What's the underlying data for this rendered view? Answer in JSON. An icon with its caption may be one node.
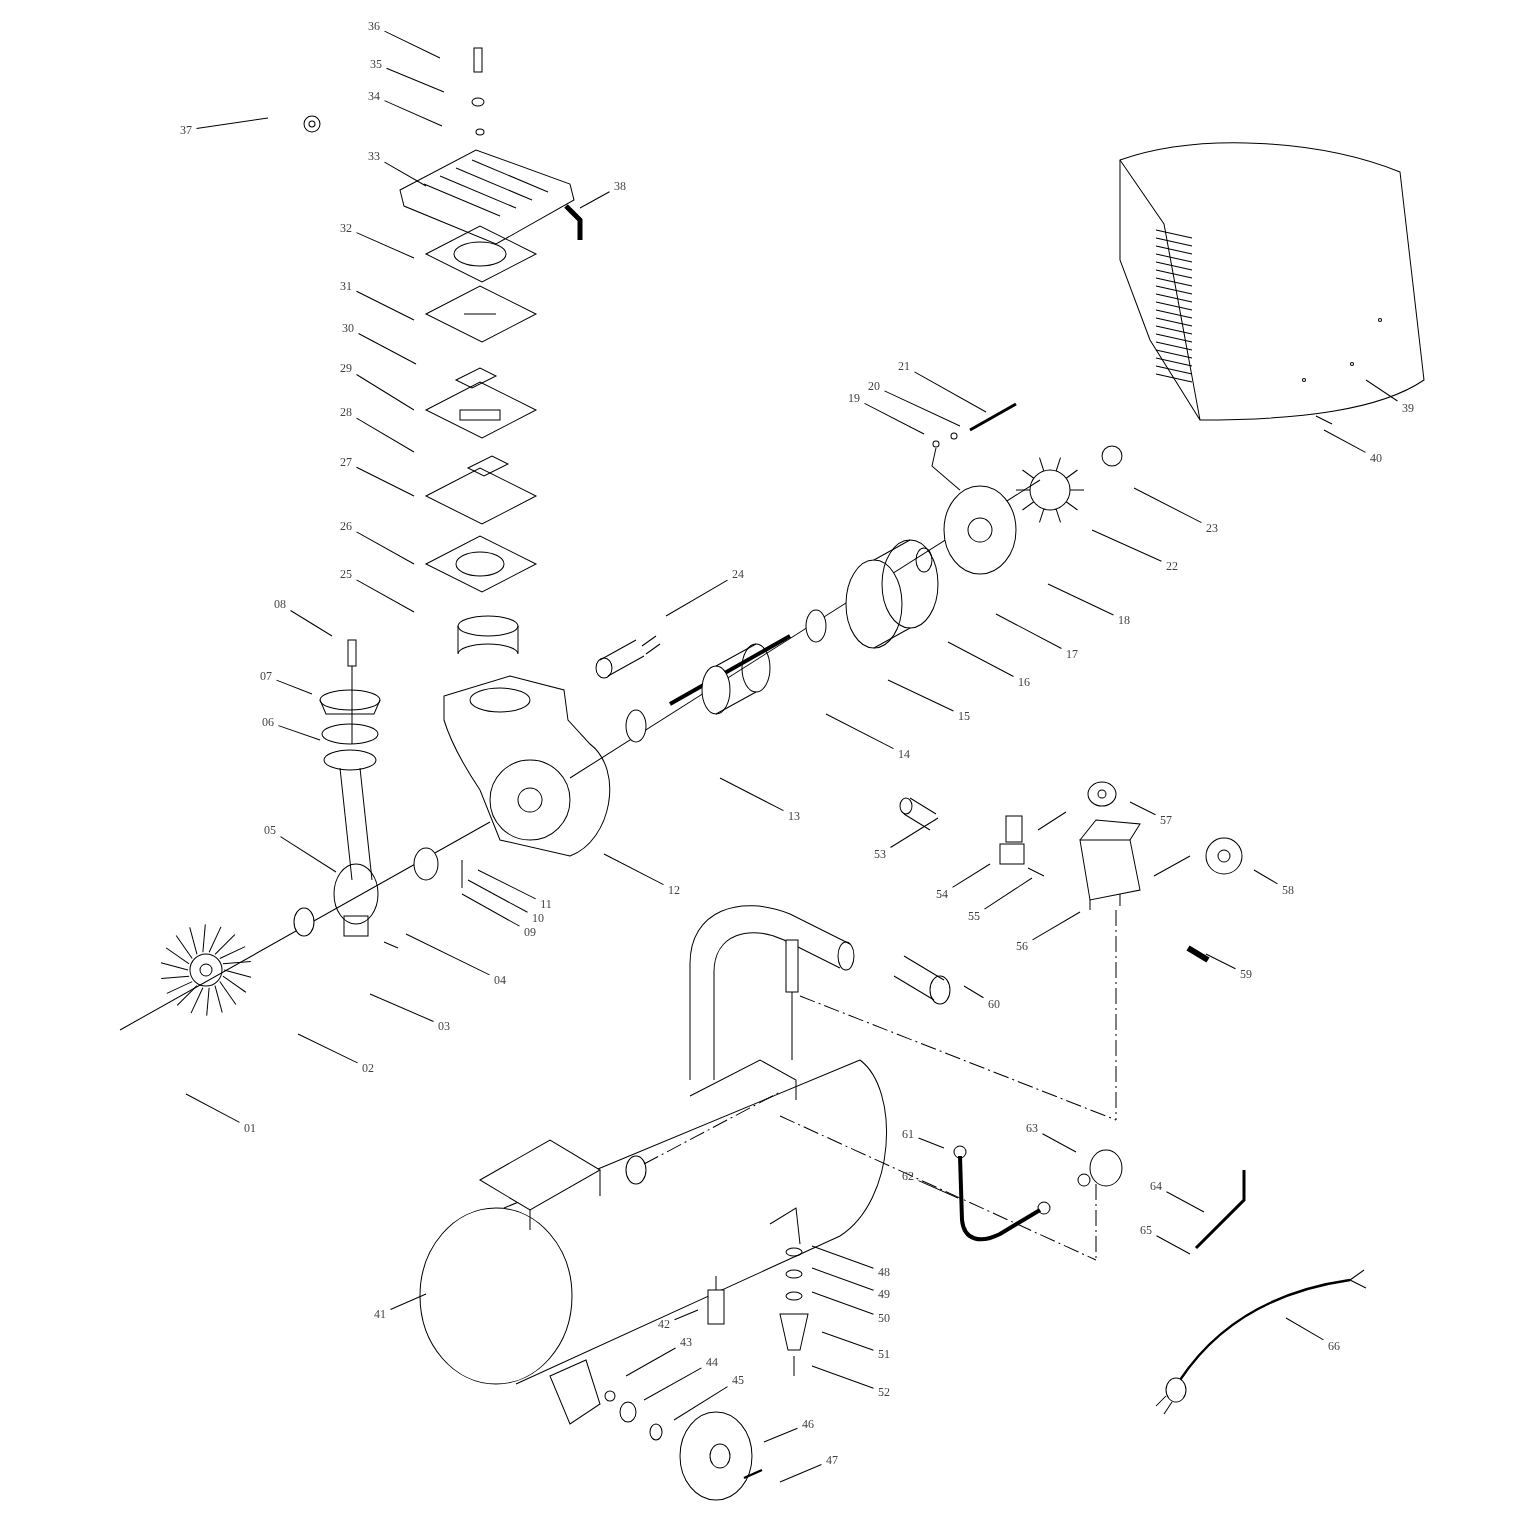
{
  "diagram": {
    "nodes": [
      {
        "text": [
          "01"
        ]
      },
      {
        "text": [
          "02"
        ]
      },
      {
        "text": [
          "03"
        ]
      },
      {
        "text": [
          "04"
        ]
      },
      {
        "text": [
          "05"
        ]
      },
      {
        "text": [
          "06"
        ]
      },
      {
        "text": [
          "07"
        ]
      },
      {
        "text": [
          "08"
        ]
      },
      {
        "text": [
          "09"
        ]
      },
      {
        "text": [
          "10"
        ]
      },
      {
        "text": [
          "11"
        ]
      },
      {
        "text": [
          "12"
        ]
      },
      {
        "text": [
          "13"
        ]
      },
      {
        "text": [
          "14"
        ]
      },
      {
        "text": [
          "15"
        ]
      },
      {
        "text": [
          "16"
        ]
      },
      {
        "text": [
          "17"
        ]
      },
      {
        "text": [
          "18"
        ]
      },
      {
        "text": [
          "19"
        ]
      },
      {
        "text": [
          "20"
        ]
      },
      {
        "text": [
          "21"
        ]
      },
      {
        "text": [
          "22"
        ]
      },
      {
        "text": [
          "23"
        ]
      },
      {
        "text": [
          "24"
        ]
      },
      {
        "text": [
          "25"
        ]
      },
      {
        "text": [
          "26"
        ]
      },
      {
        "text": [
          "27"
        ]
      },
      {
        "text": [
          "28"
        ]
      },
      {
        "text": [
          "29"
        ]
      },
      {
        "text": [
          "30"
        ]
      },
      {
        "text": [
          "31"
        ]
      },
      {
        "text": [
          "32"
        ]
      },
      {
        "text": [
          "33"
        ]
      },
      {
        "text": [
          "34"
        ]
      },
      {
        "text": [
          "35"
        ]
      },
      {
        "text": [
          "36"
        ]
      },
      {
        "text": [
          "37"
        ]
      },
      {
        "text": [
          "38"
        ]
      },
      {
        "text": [
          "39"
        ]
      },
      {
        "text": [
          "40"
        ]
      },
      {
        "text": [
          "41"
        ]
      },
      {
        "text": [
          "42"
        ]
      },
      {
        "text": [
          "43"
        ]
      },
      {
        "text": [
          "44"
        ]
      },
      {
        "text": [
          "45"
        ]
      },
      {
        "text": [
          "46"
        ]
      },
      {
        "text": [
          "47"
        ]
      },
      {
        "text": [
          "48"
        ]
      },
      {
        "text": [
          "49"
        ]
      },
      {
        "text": [
          "50"
        ]
      },
      {
        "text": [
          "51"
        ]
      },
      {
        "text": [
          "52"
        ]
      },
      {
        "text": [
          "53"
        ]
      },
      {
        "text": [
          "54"
        ]
      },
      {
        "text": [
          "55"
        ]
      },
      {
        "text": [
          "56"
        ]
      },
      {
        "text": [
          "57"
        ]
      },
      {
        "text": [
          "58"
        ]
      },
      {
        "text": [
          "59"
        ]
      },
      {
        "text": [
          "60"
        ]
      },
      {
        "text": [
          "61"
        ]
      },
      {
        "text": [
          "62"
        ]
      },
      {
        "text": [
          "63"
        ]
      },
      {
        "text": [
          "64"
        ]
      },
      {
        "text": [
          "65"
        ]
      },
      {
        "text": [
          "66"
        ]
      }
    ],
    "edges": [
      {
        "from": 0,
        "to": null,
        "arrow": "none"
      },
      {
        "from": 1,
        "to": null,
        "arrow": "none"
      },
      {
        "from": 2,
        "to": null,
        "arrow": "none"
      },
      {
        "from": 3,
        "to": null,
        "arrow": "none"
      },
      {
        "from": 4,
        "to": null,
        "arrow": "none"
      },
      {
        "from": 5,
        "to": null,
        "arrow": "none"
      },
      {
        "from": 6,
        "to": null,
        "arrow": "none"
      },
      {
        "from": 7,
        "to": null,
        "arrow": "none"
      },
      {
        "from": 8,
        "to": null,
        "arrow": "none"
      },
      {
        "from": 9,
        "to": null,
        "arrow": "none"
      },
      {
        "from": 10,
        "to": null,
        "arrow": "none"
      },
      {
        "from": 11,
        "to": null,
        "arrow": "none"
      },
      {
        "from": 12,
        "to": null,
        "arrow": "none"
      },
      {
        "from": 13,
        "to": null,
        "arrow": "none"
      },
      {
        "from": 14,
        "to": null,
        "arrow": "none"
      },
      {
        "from": 15,
        "to": null,
        "arrow": "none"
      },
      {
        "from": 16,
        "to": null,
        "arrow": "none"
      },
      {
        "from": 17,
        "to": null,
        "arrow": "none"
      },
      {
        "from": 18,
        "to": null,
        "arrow": "none"
      },
      {
        "from": 19,
        "to": null,
        "arrow": "none"
      },
      {
        "from": 20,
        "to": null,
        "arrow": "none"
      },
      {
        "from": 21,
        "to": null,
        "arrow": "none"
      },
      {
        "from": 22,
        "to": null,
        "arrow": "none"
      },
      {
        "from": 23,
        "to": null,
        "arrow": "none"
      },
      {
        "from": 24,
        "to": null,
        "arrow": "none"
      },
      {
        "from": 25,
        "to": null,
        "arrow": "none"
      },
      {
        "from": 26,
        "to": null,
        "arrow": "none"
      },
      {
        "from": 27,
        "to": null,
        "arrow": "none"
      },
      {
        "from": 28,
        "to": null,
        "arrow": "none"
      },
      {
        "from": 29,
        "to": null,
        "arrow": "none"
      },
      {
        "from": 30,
        "to": null,
        "arrow": "none"
      },
      {
        "from": 31,
        "to": null,
        "arrow": "none"
      },
      {
        "from": 32,
        "to": null,
        "arrow": "none"
      },
      {
        "from": 33,
        "to": null,
        "arrow": "none"
      },
      {
        "from": 34,
        "to": null,
        "arrow": "none"
      },
      {
        "from": 35,
        "to": null,
        "arrow": "none"
      },
      {
        "from": 36,
        "to": null,
        "arrow": "none"
      },
      {
        "from": 37,
        "to": null,
        "arrow": "none"
      },
      {
        "from": 38,
        "to": null,
        "arrow": "none"
      },
      {
        "from": 39,
        "to": null,
        "arrow": "none"
      },
      {
        "from": 40,
        "to": null,
        "arrow": "none"
      },
      {
        "from": 41,
        "to": null,
        "arrow": "none"
      },
      {
        "from": 42,
        "to": null,
        "arrow": "none"
      },
      {
        "from": 43,
        "to": null,
        "arrow": "none"
      },
      {
        "from": 44,
        "to": null,
        "arrow": "none"
      },
      {
        "from": 45,
        "to": null,
        "arrow": "none"
      },
      {
        "from": 46,
        "to": null,
        "arrow": "none"
      },
      {
        "from": 47,
        "to": null,
        "arrow": "none"
      },
      {
        "from": 48,
        "to": null,
        "arrow": "none"
      },
      {
        "from": 49,
        "to": null,
        "arrow": "none"
      },
      {
        "from": 50,
        "to": null,
        "arrow": "none"
      },
      {
        "from": 51,
        "to": null,
        "arrow": "none"
      },
      {
        "from": 52,
        "to": null,
        "arrow": "none"
      },
      {
        "from": 53,
        "to": null,
        "arrow": "none"
      },
      {
        "from": 54,
        "to": null,
        "arrow": "none"
      },
      {
        "from": 55,
        "to": null,
        "arrow": "none"
      },
      {
        "from": 56,
        "to": null,
        "arrow": "none"
      },
      {
        "from": 57,
        "to": null,
        "arrow": "none"
      },
      {
        "from": 58,
        "to": null,
        "arrow": "none"
      },
      {
        "from": 59,
        "to": null,
        "arrow": "none"
      },
      {
        "from": 60,
        "to": null,
        "arrow": "none"
      },
      {
        "from": 61,
        "to": null,
        "arrow": "none"
      },
      {
        "from": 62,
        "to": null,
        "arrow": "none"
      },
      {
        "from": 63,
        "to": null,
        "arrow": "none"
      },
      {
        "from": 64,
        "to": null,
        "arrow": "none"
      },
      {
        "from": 65,
        "to": null,
        "arrow": "none"
      }
    ]
  }
}
